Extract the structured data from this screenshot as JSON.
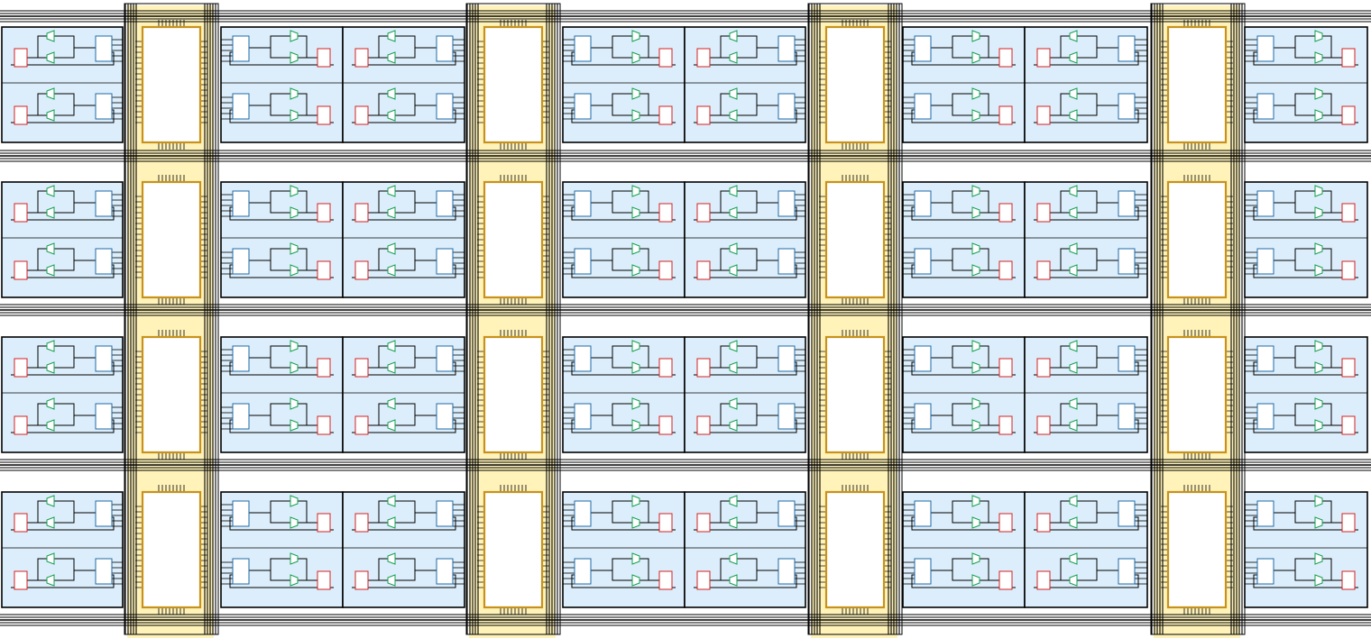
{
  "diagram": {
    "kind": "FPGA fabric array",
    "tile_rows": 4,
    "block_columns": 4,
    "tiles": {
      "standard_tiles_per_block": 2,
      "cells_per_tile": 2,
      "left_edge_partial_tile": true,
      "right_edge_partial_tile": true
    },
    "colors": {
      "background": "#ffffff",
      "tile_fill": "#dceefb",
      "tile_border": "#000000",
      "routing_wire": "#000000",
      "channel_highlight": "#fff2b3",
      "bram_border": "#c8921a",
      "bram_fill": "#ffffff",
      "flipflop_stroke": "#d42020",
      "lut_stroke": "#1f6aa5",
      "mux_stroke": "#15a050"
    },
    "components": [
      "lut",
      "flip-flop",
      "mux",
      "bram",
      "switch-box",
      "routing-channel"
    ]
  }
}
